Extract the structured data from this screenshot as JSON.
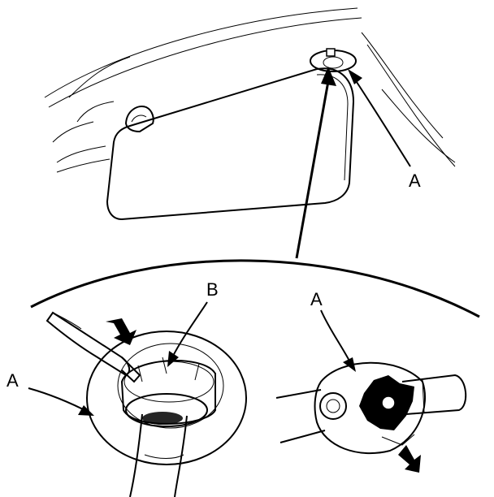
{
  "labels": {
    "top_a": "A",
    "left_a": "A",
    "right_a": "A",
    "b": "B"
  }
}
